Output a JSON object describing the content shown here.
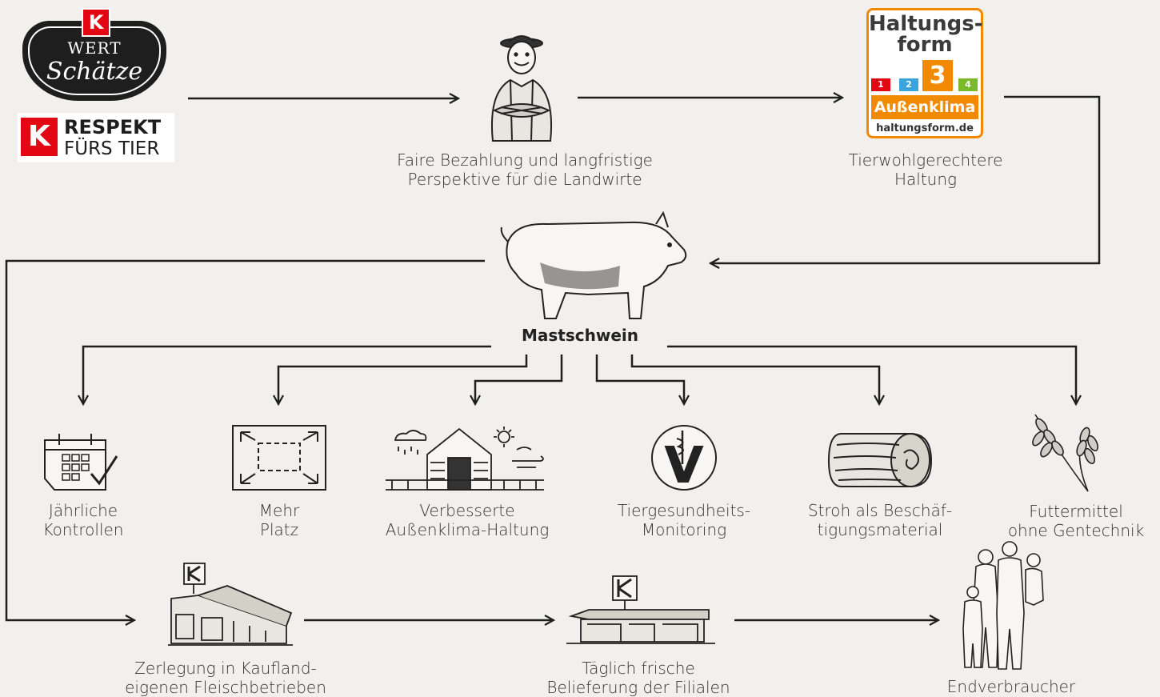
{
  "logos": {
    "wert_schaetze": {
      "top": "WERT",
      "bottom": "Schätze",
      "k": "K"
    },
    "respekt": {
      "line1": "RESPEKT",
      "line2": "FÜRS TIER",
      "k": "K"
    }
  },
  "haltungsform": {
    "title1": "Haltungs-",
    "title2": "form",
    "steps": [
      "1",
      "2",
      "3",
      "4"
    ],
    "current": "3",
    "climate": "Außenklima",
    "url": "haltungsform.de"
  },
  "nodes": {
    "farmer": {
      "line1": "Faire Bezahlung und langfristige",
      "line2": "Perspektive für die Landwirte"
    },
    "keeping": {
      "line1": "Tierwohlgerechtere",
      "line2": "Haltung"
    },
    "pig": {
      "label": "Mastschwein"
    }
  },
  "criteria": [
    {
      "line1": "Jährliche",
      "line2": "Kontrollen",
      "icon": "calendar-check-icon"
    },
    {
      "line1": "Mehr",
      "line2": "Platz",
      "icon": "expand-space-icon"
    },
    {
      "line1": "Verbesserte",
      "line2": "Außenklima-Haltung",
      "icon": "barn-weather-icon"
    },
    {
      "line1": "Tiergesundheits-",
      "line2": "Monitoring",
      "icon": "veterinary-icon"
    },
    {
      "line1": "Stroh als Beschäf-",
      "line2": "tigungsmaterial",
      "icon": "straw-bale-icon"
    },
    {
      "line1": "Futtermittel",
      "line2": "ohne Gentechnik",
      "icon": "wheat-icon"
    }
  ],
  "chain": [
    {
      "line1": "Zerlegung in Kaufland-",
      "line2": "eigenen Fleischbetrieben",
      "icon": "meat-plant-icon"
    },
    {
      "line1": "Täglich frische",
      "line2": "Belieferung der Filialen",
      "icon": "store-icon"
    },
    {
      "line1": "Endverbraucher",
      "line2": "",
      "icon": "family-icon"
    }
  ],
  "colors": {
    "accent": "#f18a00",
    "brand": "#e30613",
    "ink": "#1e1e1e",
    "paper": "#f1f0ec"
  }
}
